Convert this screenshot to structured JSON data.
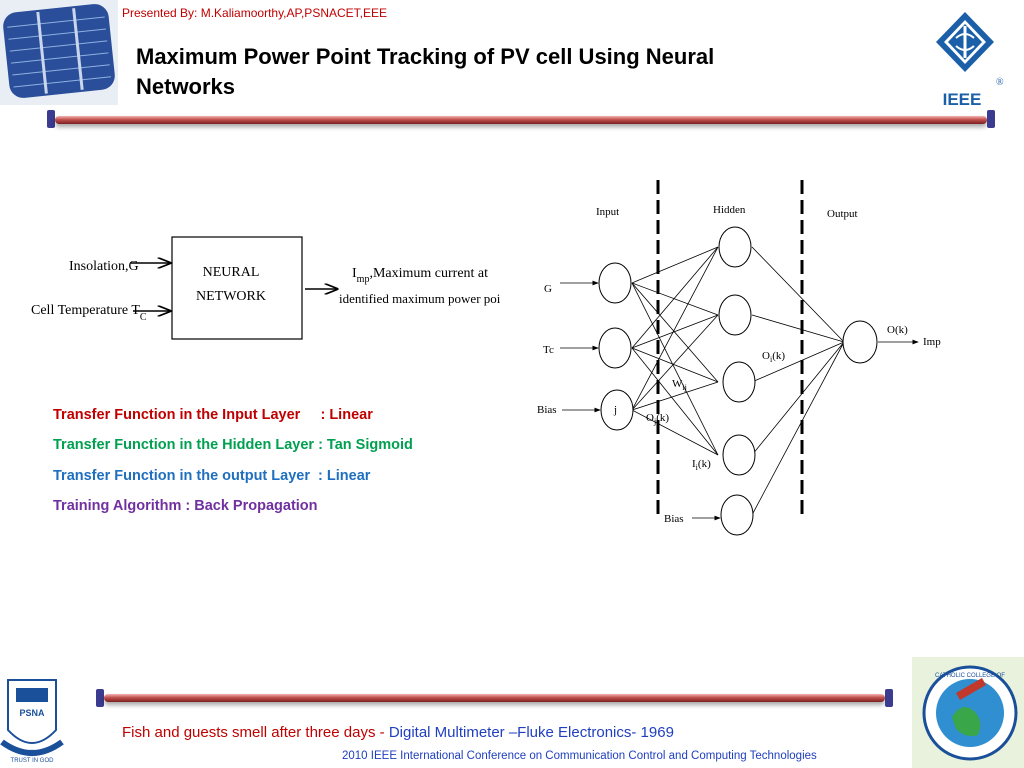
{
  "header": {
    "presenter": "Presented By: M.Kaliamoorthy,AP,PSNACET,EEE",
    "title": "Maximum Power Point Tracking of PV cell Using Neural Networks",
    "ieee_logo_text": "IEEE",
    "ieee_registered": "®"
  },
  "block_diagram": {
    "input1": "Insolation,G",
    "input2_main": "Cell Temperature T",
    "input2_sub": "C",
    "box_line1": "NEURAL",
    "box_line2": "NETWORK",
    "output_main": "I",
    "output_sub": "mp",
    "output_line1_rest": ",Maximum current at",
    "output_line2": "identified maximum power point"
  },
  "transfer_functions": [
    {
      "text": "Transfer Function in the Input Layer     : Linear",
      "color": "#c00000"
    },
    {
      "text": "Transfer Function in the Hidden Layer : Tan Sigmoid",
      "color": "#00a050"
    },
    {
      "text": "Transfer Function in the output Layer  : Linear",
      "color": "#1f6fbf"
    },
    {
      "text": "Training Algorithm : Back Propagation",
      "color": "#7030a0"
    }
  ],
  "network": {
    "layer_input": "Input",
    "layer_hidden": "Hidden",
    "layer_output": "Output",
    "in_g": "G",
    "in_tc": "Tc",
    "in_bias": "Bias",
    "node_j": "j",
    "label_oi": "O",
    "label_oi_sub": "i",
    "label_k": "(k)",
    "label_wij": "W",
    "label_wij_sub": "ij",
    "label_oj": "O",
    "label_oj_sub": "j",
    "label_ii": "I",
    "label_ii_sub": "i",
    "label_ok": "O(k)",
    "label_imp": "Imp",
    "hidden_bias": "Bias"
  },
  "footer": {
    "quote_part1": "Fish and guests smell after three days",
    "quote_sep": "  - ",
    "quote_part2": "Digital Multimeter –Fluke Electronics- 1969",
    "conference": "2010 IEEE International Conference on Communication Control and Computing Technologies",
    "left_logo_text": "PSNA",
    "left_logo_motto": "TRUST IN GOD",
    "right_logo_text": "CATHOLIC COLLEGE OF"
  }
}
